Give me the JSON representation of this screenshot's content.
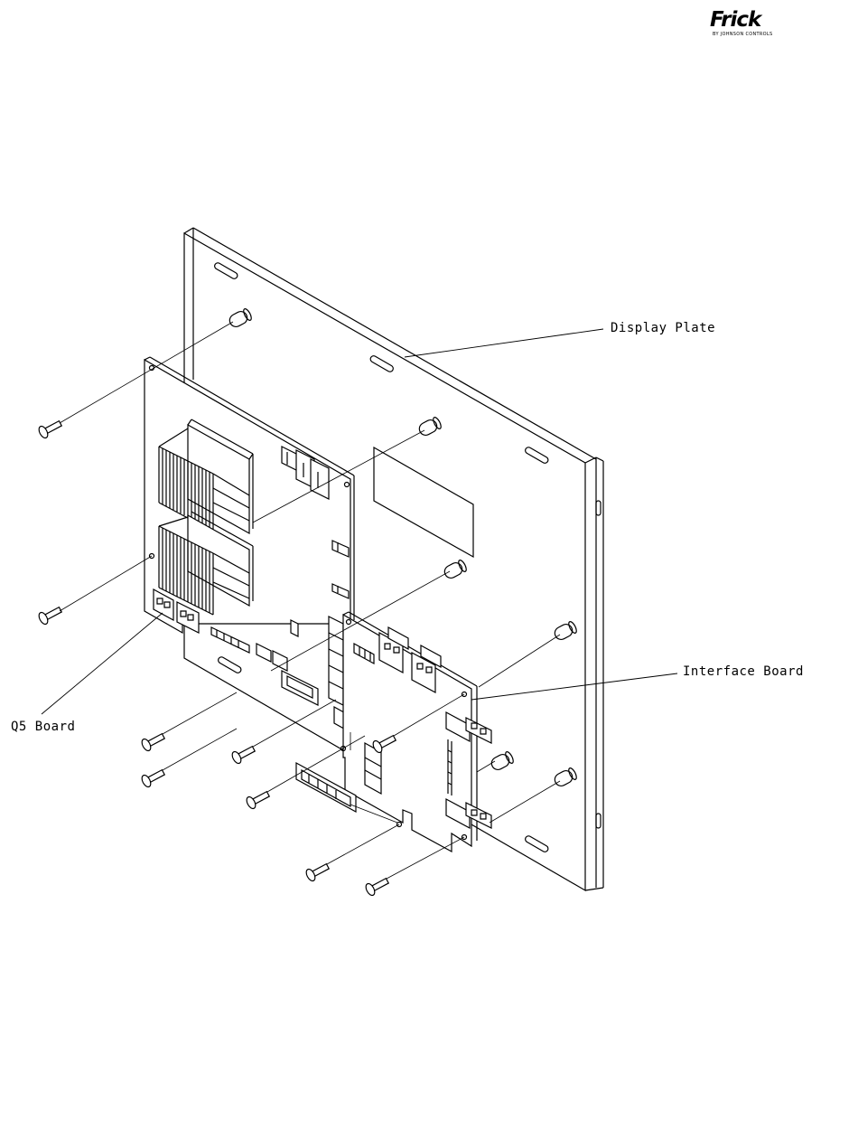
{
  "logo": {
    "brand": "Frick",
    "tagline": "BY JOHNSON CONTROLS"
  },
  "labels": {
    "display_plate": "Display Plate",
    "interface_board": "Interface Board",
    "q5_board": "Q5 Board"
  },
  "icons": [
    "frick-logo-icon"
  ]
}
